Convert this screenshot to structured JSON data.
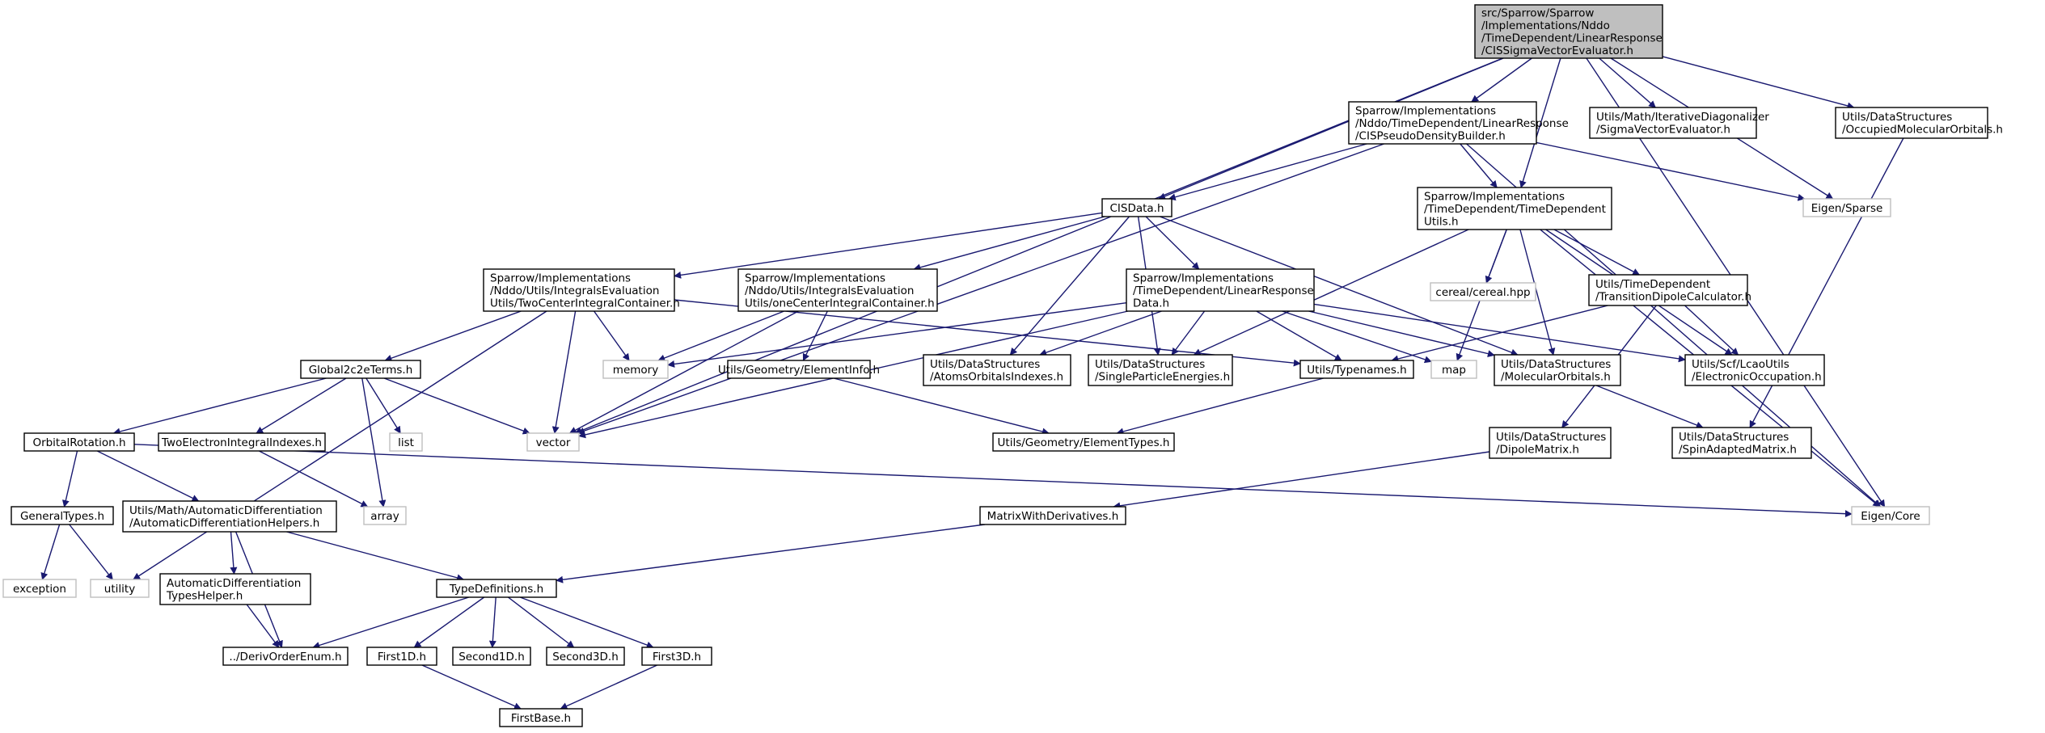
{
  "colors": {
    "edge": "#191970",
    "root_fill": "#bfbfbf",
    "node_border": "#000000",
    "std_border": "#bfbfbf"
  },
  "nodes": [
    {
      "id": "root",
      "lines": [
        "src/Sparrow/Sparrow",
        "/Implementations/Nddo",
        "/TimeDependent/LinearResponse",
        "/CISSigmaVectorEvaluator.h"
      ]
    },
    {
      "id": "pdb",
      "lines": [
        "Sparrow/Implementations",
        "/Nddo/TimeDependent/LinearResponse",
        "/CISPseudoDensityBuilder.h"
      ]
    },
    {
      "id": "svec",
      "lines": [
        "Utils/Math/IterativeDiagonalizer",
        "/SigmaVectorEvaluator.h"
      ]
    },
    {
      "id": "occ",
      "lines": [
        "Utils/DataStructures",
        "/OccupiedMolecularOrbitals.h"
      ]
    },
    {
      "id": "cisdata",
      "lines": [
        "CISData.h"
      ]
    },
    {
      "id": "tdutils",
      "lines": [
        "Sparrow/Implementations",
        "/TimeDependent/TimeDependent",
        "Utils.h"
      ]
    },
    {
      "id": "sparse",
      "lines": [
        "Eigen/Sparse"
      ]
    },
    {
      "id": "cereal",
      "lines": [
        "cereal/cereal.hpp"
      ]
    },
    {
      "id": "twocenter",
      "lines": [
        "Sparrow/Implementations",
        "/Nddo/Utils/IntegralsEvaluation",
        "Utils/TwoCenterIntegralContainer.h"
      ]
    },
    {
      "id": "onecenter",
      "lines": [
        "Sparrow/Implementations",
        "/Nddo/Utils/IntegralsEvaluation",
        "Utils/oneCenterIntegralContainer.h"
      ]
    },
    {
      "id": "lrdata",
      "lines": [
        "Sparrow/Implementations",
        "/TimeDependent/LinearResponse",
        "Data.h"
      ]
    },
    {
      "id": "tdc",
      "lines": [
        "Utils/TimeDependent",
        "/TransitionDipoleCalculator.h"
      ]
    },
    {
      "id": "global2c",
      "lines": [
        "Global2c2eTerms.h"
      ]
    },
    {
      "id": "memory",
      "lines": [
        "memory"
      ]
    },
    {
      "id": "einfo",
      "lines": [
        "Utils/Geometry/ElementInfo.h"
      ]
    },
    {
      "id": "aoi",
      "lines": [
        "Utils/DataStructures",
        "/AtomsOrbitalsIndexes.h"
      ]
    },
    {
      "id": "spe",
      "lines": [
        "Utils/DataStructures",
        "/SingleParticleEnergies.h"
      ]
    },
    {
      "id": "typenames",
      "lines": [
        "Utils/Typenames.h"
      ]
    },
    {
      "id": "map",
      "lines": [
        "map"
      ]
    },
    {
      "id": "mo",
      "lines": [
        "Utils/DataStructures",
        "/MolecularOrbitals.h"
      ]
    },
    {
      "id": "eocc",
      "lines": [
        "Utils/Scf/LcaoUtils",
        "/ElectronicOccupation.h"
      ]
    },
    {
      "id": "orot",
      "lines": [
        "OrbitalRotation.h"
      ]
    },
    {
      "id": "teii",
      "lines": [
        "TwoElectronIntegralIndexes.h"
      ]
    },
    {
      "id": "list",
      "lines": [
        "list"
      ]
    },
    {
      "id": "vector",
      "lines": [
        "vector"
      ]
    },
    {
      "id": "etypes",
      "lines": [
        "Utils/Geometry/ElementTypes.h"
      ]
    },
    {
      "id": "dipole",
      "lines": [
        "Utils/DataStructures",
        "/DipoleMatrix.h"
      ]
    },
    {
      "id": "sam",
      "lines": [
        "Utils/DataStructures",
        "/SpinAdaptedMatrix.h"
      ]
    },
    {
      "id": "gtypes",
      "lines": [
        "GeneralTypes.h"
      ]
    },
    {
      "id": "adh",
      "lines": [
        "Utils/Math/AutomaticDifferentiation",
        "/AutomaticDifferentiationHelpers.h"
      ]
    },
    {
      "id": "array",
      "lines": [
        "array"
      ]
    },
    {
      "id": "mwd",
      "lines": [
        "MatrixWithDerivatives.h"
      ]
    },
    {
      "id": "ecore",
      "lines": [
        "Eigen/Core"
      ]
    },
    {
      "id": "exception",
      "lines": [
        "exception"
      ]
    },
    {
      "id": "utility",
      "lines": [
        "utility"
      ]
    },
    {
      "id": "adtypes",
      "lines": [
        "AutomaticDifferentiation",
        "TypesHelper.h"
      ]
    },
    {
      "id": "typedefs",
      "lines": [
        "TypeDefinitions.h"
      ]
    },
    {
      "id": "deriv",
      "lines": [
        "../DerivOrderEnum.h"
      ]
    },
    {
      "id": "first1d",
      "lines": [
        "First1D.h"
      ]
    },
    {
      "id": "second1d",
      "lines": [
        "Second1D.h"
      ]
    },
    {
      "id": "second3d",
      "lines": [
        "Second3D.h"
      ]
    },
    {
      "id": "first3d",
      "lines": [
        "First3D.h"
      ]
    },
    {
      "id": "firstbase",
      "lines": [
        "FirstBase.h"
      ]
    }
  ]
}
